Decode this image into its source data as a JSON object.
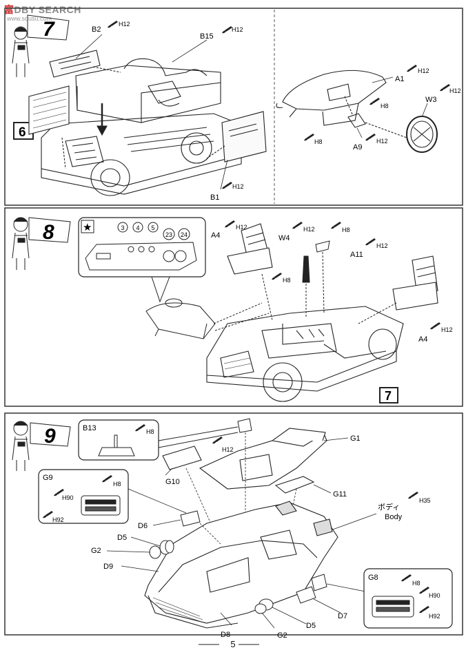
{
  "watermark": {
    "brand_cn": "富",
    "brand_rest": "DBY SEARCH",
    "sub": "www.sousu.com"
  },
  "page_number": "5",
  "steps": [
    {
      "number": "7",
      "ref_step": "6",
      "labels": {
        "B2": "B2",
        "B15": "B15",
        "B1": "B1",
        "A1": "A1",
        "A9": "A9",
        "W3": "W3"
      },
      "paints": {
        "b2": "H12",
        "b15": "H12",
        "b1": "H12",
        "a1": "H12",
        "h8a": "H8",
        "h8b": "H8",
        "h12a9": "H12",
        "h12w3": "H12"
      }
    },
    {
      "number": "8",
      "ref_step": "7",
      "inset_parts": [
        "3",
        "4",
        "5",
        "23",
        "24"
      ],
      "labels": {
        "A4a": "A4",
        "A4b": "A4",
        "W4": "W4",
        "A11": "A11"
      },
      "paints": {
        "a4a": "H12",
        "w4": "H12",
        "a11h8": "H8",
        "a11h12": "H12",
        "w4h8": "H8",
        "a4b": "H12"
      }
    },
    {
      "number": "9",
      "inset_b13": {
        "label": "B13",
        "paint": "H8"
      },
      "inset_g9": {
        "label": "G9",
        "paints": [
          "H8",
          "H90",
          "H92"
        ]
      },
      "inset_g8": {
        "label": "G8",
        "paints": [
          "H8",
          "H90",
          "H92"
        ]
      },
      "labels": {
        "G1": "G1",
        "G10": "G10",
        "G11": "G11",
        "body_jp": "ボディ",
        "body_en": "Body",
        "D6": "D6",
        "D5a": "D5",
        "G2a": "G2",
        "D9": "D9",
        "D8": "D8",
        "G2b": "G2",
        "D5b": "D5",
        "D7": "D7"
      },
      "paints": {
        "h12": "H12",
        "h35": "H35"
      }
    }
  ]
}
